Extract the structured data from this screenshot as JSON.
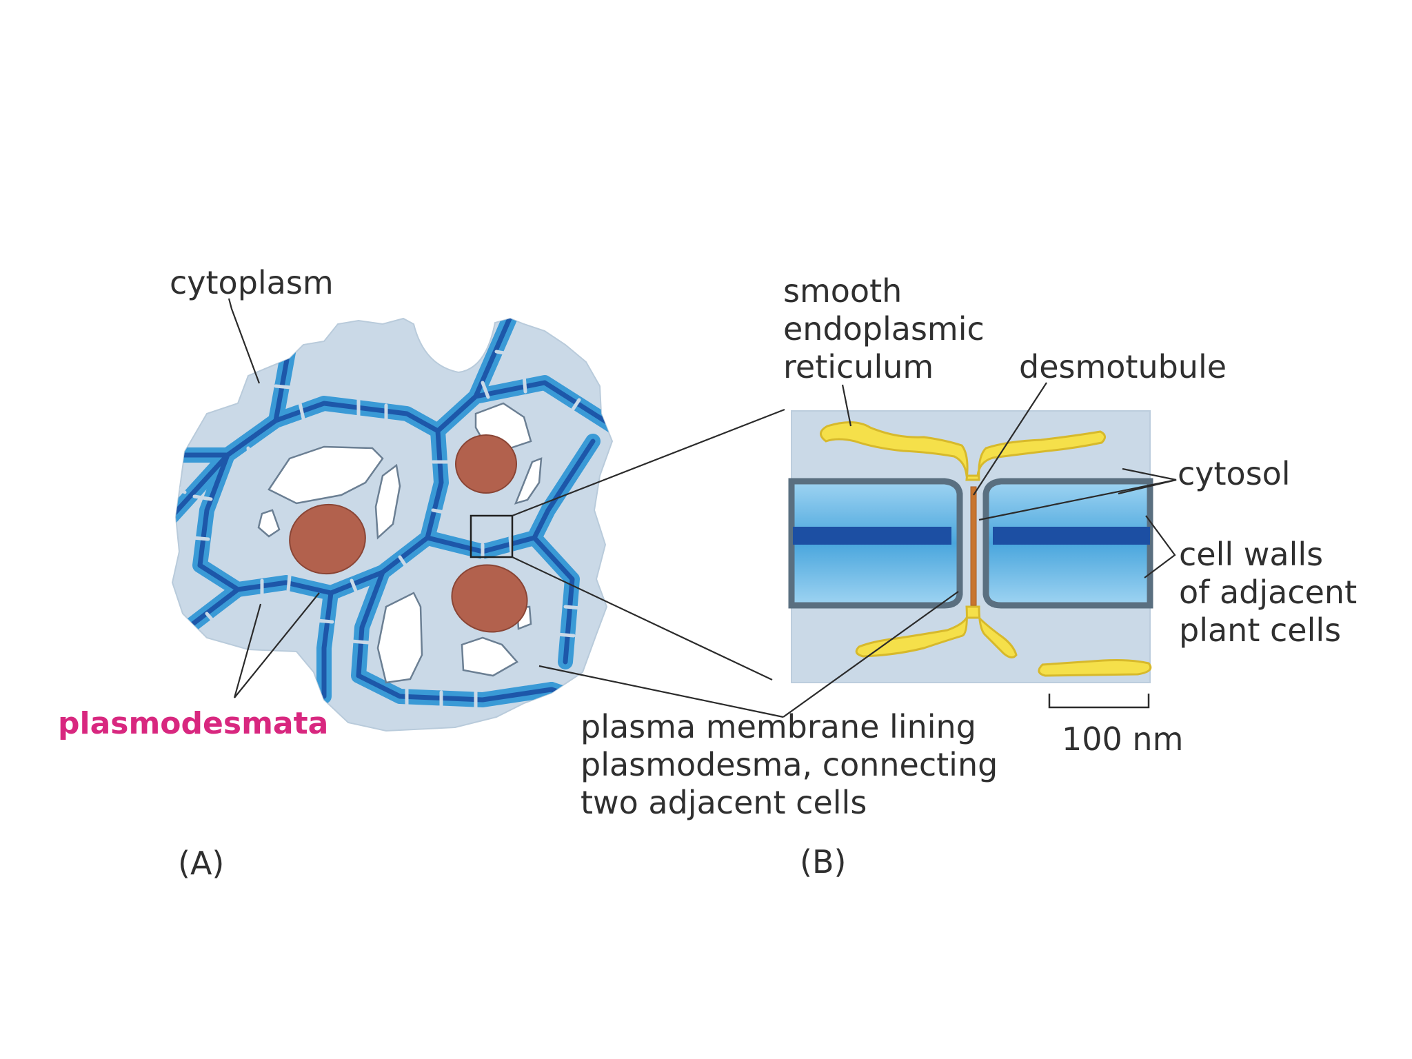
{
  "panel_a": {
    "panel_label": "(A)",
    "labels": {
      "cytoplasm": "cytoplasm",
      "plasmodesmata": "plasmodesmata"
    }
  },
  "panel_b": {
    "panel_label": "(B)",
    "labels": {
      "ser_line1": "smooth",
      "ser_line2": "endoplasmic",
      "ser_line3": "reticulum",
      "desmotubule": "desmotubule",
      "cytosol": "cytosol",
      "walls_line1": "cell walls",
      "walls_line2": "of adjacent",
      "walls_line3": "plant cells",
      "membrane_line1": "plasma membrane lining",
      "membrane_line2": "plasmodesma, connecting",
      "membrane_line3": "two adjacent cells",
      "scale": "100 nm"
    }
  },
  "colors": {
    "cytoplasm": "#c9d8e6",
    "wall_light": "#3fa2dc",
    "wall_dark": "#1a54a8",
    "nucleus": "#b2614d",
    "vacuole": "#ffffff",
    "er": "#f5e04a",
    "desmotubule": "#c8752f",
    "accent_label": "#d8277f"
  }
}
